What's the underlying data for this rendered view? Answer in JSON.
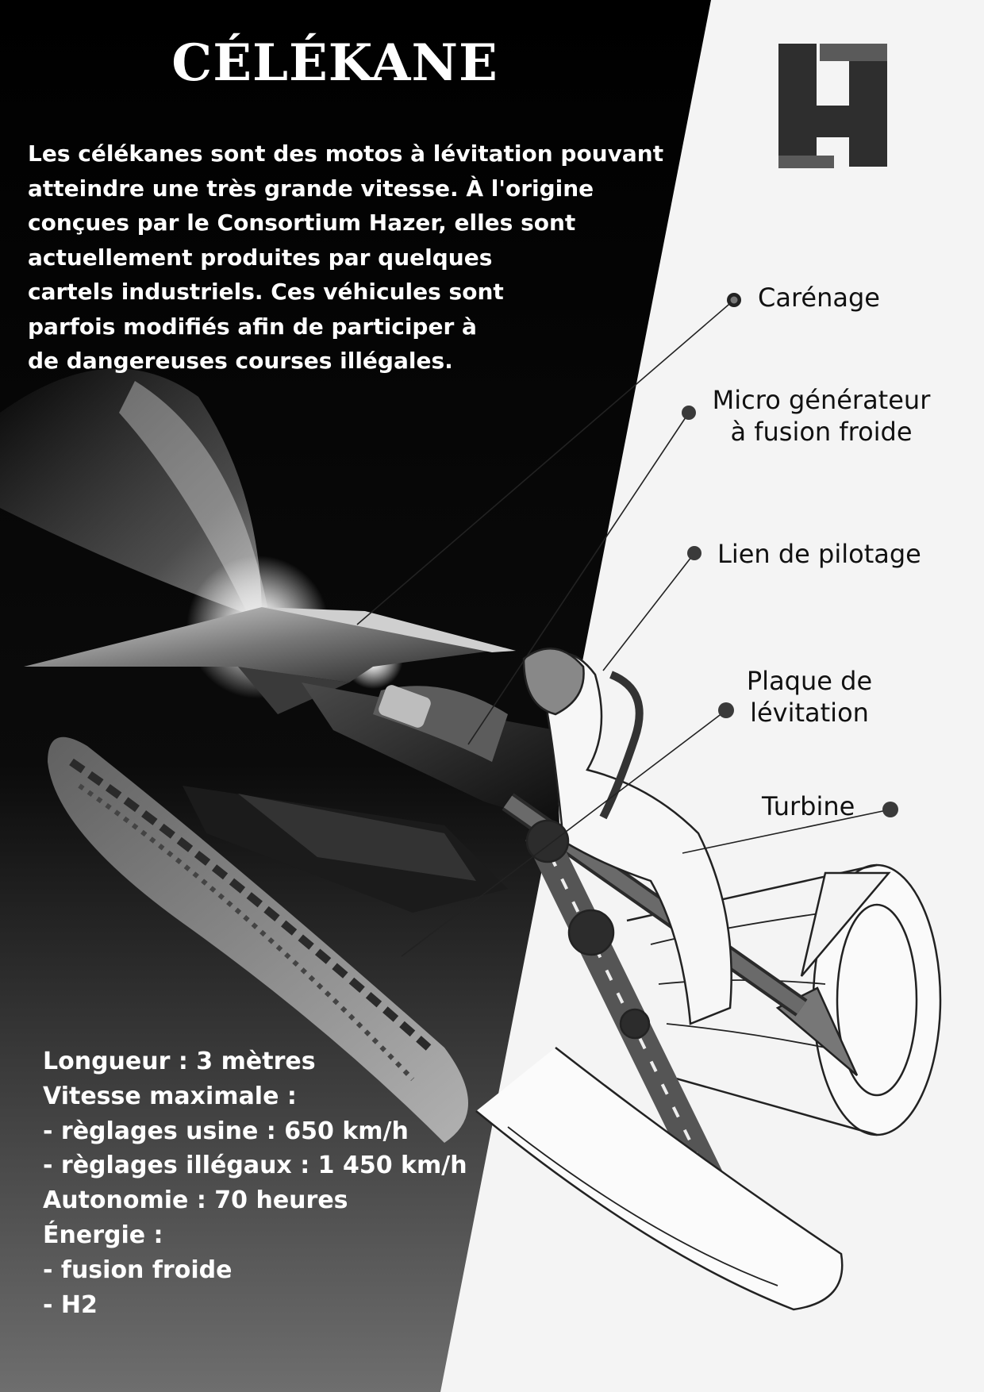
{
  "title": "CÉLÉKANE",
  "intro": [
    "Les célékanes sont des motos à lévitation pouvant",
    "atteindre une très grande vitesse. À l'origine",
    "conçues par le Consortium Hazer, elles sont",
    "actuellement produites par quelques",
    "cartels industriels. Ces véhicules sont",
    "parfois modifiés afin de participer à",
    "de dangereuses courses illégales."
  ],
  "callouts": {
    "carenage": "Carénage",
    "micro_line1": "Micro générateur",
    "micro_line2": "à fusion froide",
    "lien": "Lien de pilotage",
    "plaque_line1": "Plaque de",
    "plaque_line2": "lévitation",
    "turbine": "Turbine"
  },
  "specs": [
    "Longueur : 3 mètres",
    "Vitesse maximale :",
    " - règlages usine : 650 km/h",
    " - règlages illégaux : 1 450 km/h",
    "Autonomie : 70 heures",
    "Énergie :",
    " - fusion froide",
    " - H2"
  ],
  "colors": {
    "dark_panel": "#000000",
    "light_panel": "#f4f4f4",
    "logo": "#2e2e2e",
    "logo_bar": "#5a5a5a"
  },
  "icons": {
    "logo": "hazer-h-logo"
  }
}
